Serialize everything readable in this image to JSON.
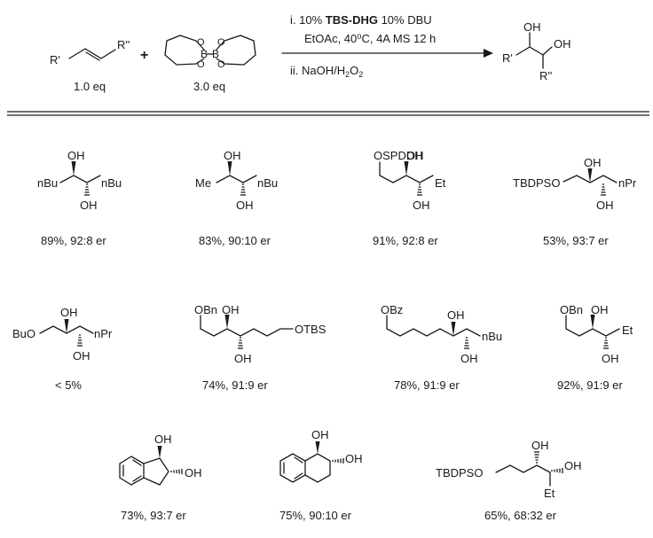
{
  "scheme": {
    "reactant_alkene": {
      "r1": "R'",
      "r2": "R''",
      "equiv": "1.0 eq"
    },
    "plus": "+",
    "reagent_diboron": {
      "b1": "B",
      "b2": "B",
      "o": "O",
      "equiv": "3.0 eq"
    },
    "conditions": {
      "step1_prefix": "i.  10% ",
      "step1_catalyst": "TBS-DHG",
      "step1_suffix": " 10% DBU",
      "step1_line2": "EtOAc, 40⁰C, 4A MS  12 h",
      "step2_prefix": "ii. NaOH/H",
      "step2_sub1": "2",
      "step2_mid": "O",
      "step2_sub2": "2"
    },
    "product": {
      "oh1": "OH",
      "oh2": "OH",
      "r1": "R'",
      "r2": "R''"
    }
  },
  "entries": [
    {
      "id": 1,
      "labels": {
        "oh_top": "OH",
        "oh_bottom": "OH",
        "left": "nBu",
        "right": "nBu"
      },
      "result": "89%, 92:8 er"
    },
    {
      "id": 2,
      "labels": {
        "oh_top": "OH",
        "oh_bottom": "OH",
        "left": "Me",
        "right": "nBu"
      },
      "result": "83%, 90:10 er"
    },
    {
      "id": 3,
      "labels": {
        "oh_top": "OH",
        "oh_bottom": "OH",
        "left": "OSPDDH",
        "right": "Et"
      },
      "result": "91%, 92:8 er"
    },
    {
      "id": 4,
      "labels": {
        "oh_top": "OH",
        "oh_bottom": "OH",
        "left": "TBDPSO",
        "right": "nPr"
      },
      "result": "53%, 93:7 er"
    },
    {
      "id": 5,
      "labels": {
        "oh_top": "OH",
        "oh_bottom": "OH",
        "left": "BuO",
        "right": "nPr"
      },
      "result": "< 5%"
    },
    {
      "id": 6,
      "labels": {
        "oh_top": "OH",
        "oh_bottom": "OH",
        "left": "OBn",
        "right": "OTBS"
      },
      "result": "74%, 91:9 er"
    },
    {
      "id": 7,
      "labels": {
        "oh_top": "OH",
        "oh_bottom": "OH",
        "left": "OBz",
        "right": "nBu"
      },
      "result": "78%, 91:9 er"
    },
    {
      "id": 8,
      "labels": {
        "oh_top": "OH",
        "oh_bottom": "OH",
        "left": "OBn",
        "right": "Et"
      },
      "result": "92%, 91:9 er"
    },
    {
      "id": 9,
      "labels": {
        "oh_top": "OH",
        "oh_bottom": "OH"
      },
      "result": "73%, 93:7 er"
    },
    {
      "id": 10,
      "labels": {
        "oh_top": "OH",
        "oh_bottom": "OH"
      },
      "result": "75%, 90:10 er"
    },
    {
      "id": 11,
      "labels": {
        "oh_top": "OH",
        "oh_bottom": "OH",
        "left": "TBDPSO",
        "right": "Et"
      },
      "result": "65%, 68:32 er"
    }
  ]
}
